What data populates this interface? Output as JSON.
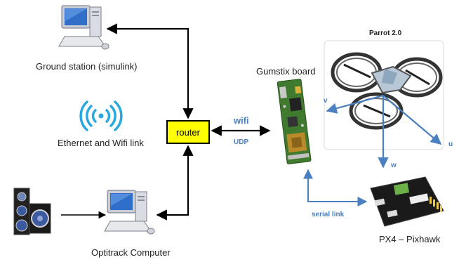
{
  "nodes": {
    "ground_station": "Ground station  (simulink)",
    "ethernet_wifi": "Ethernet and Wifi link",
    "optitrack": "Optitrack Computer",
    "router": "router",
    "gumstix": "Gumstix board",
    "parrot": "Parrot 2.0",
    "px4": "PX4 – Pixhawk"
  },
  "links": {
    "wifi": "wifi",
    "udp": "UDP",
    "serial": "serial link"
  },
  "axes": {
    "v": "v",
    "u": "u",
    "w": "w"
  },
  "colors": {
    "router_fill": "#ffff00",
    "link_label": "#4a7fc0",
    "axis": "#4a7fc0",
    "arrow": "#000000"
  },
  "icons": [
    "computer-icon",
    "computer-icon",
    "wifi-signal-icon",
    "speakers-icon",
    "gumstix-board-icon",
    "quadcopter-icon",
    "pixhawk-board-icon"
  ]
}
